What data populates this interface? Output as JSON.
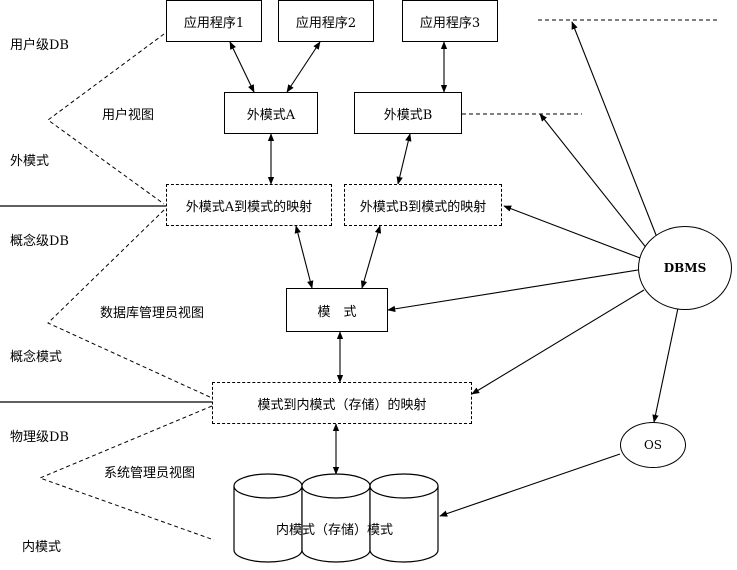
{
  "apps": [
    "应用程序1",
    "应用程序2",
    "应用程序3"
  ],
  "external_schemas": [
    "外模式A",
    "外模式B"
  ],
  "mappings": {
    "ext_a": "外模式A到模式的映射",
    "ext_b": "外模式B到模式的映射",
    "internal": "模式到内模式（存储）的映射"
  },
  "schema": "模　式",
  "storage": "内模式（存储）模式",
  "dbms": "DBMS",
  "os": "OS",
  "left_labels": {
    "user_db": "用户级DB",
    "ext_mode": "外模式",
    "concept_db": "概念级DB",
    "concept_mode": "概念模式",
    "physical_db": "物理级DB",
    "internal_mode": "内模式"
  },
  "views": {
    "user": "用户视图",
    "dba": "数据库管理员视图",
    "sys": "系统管理员视图"
  }
}
